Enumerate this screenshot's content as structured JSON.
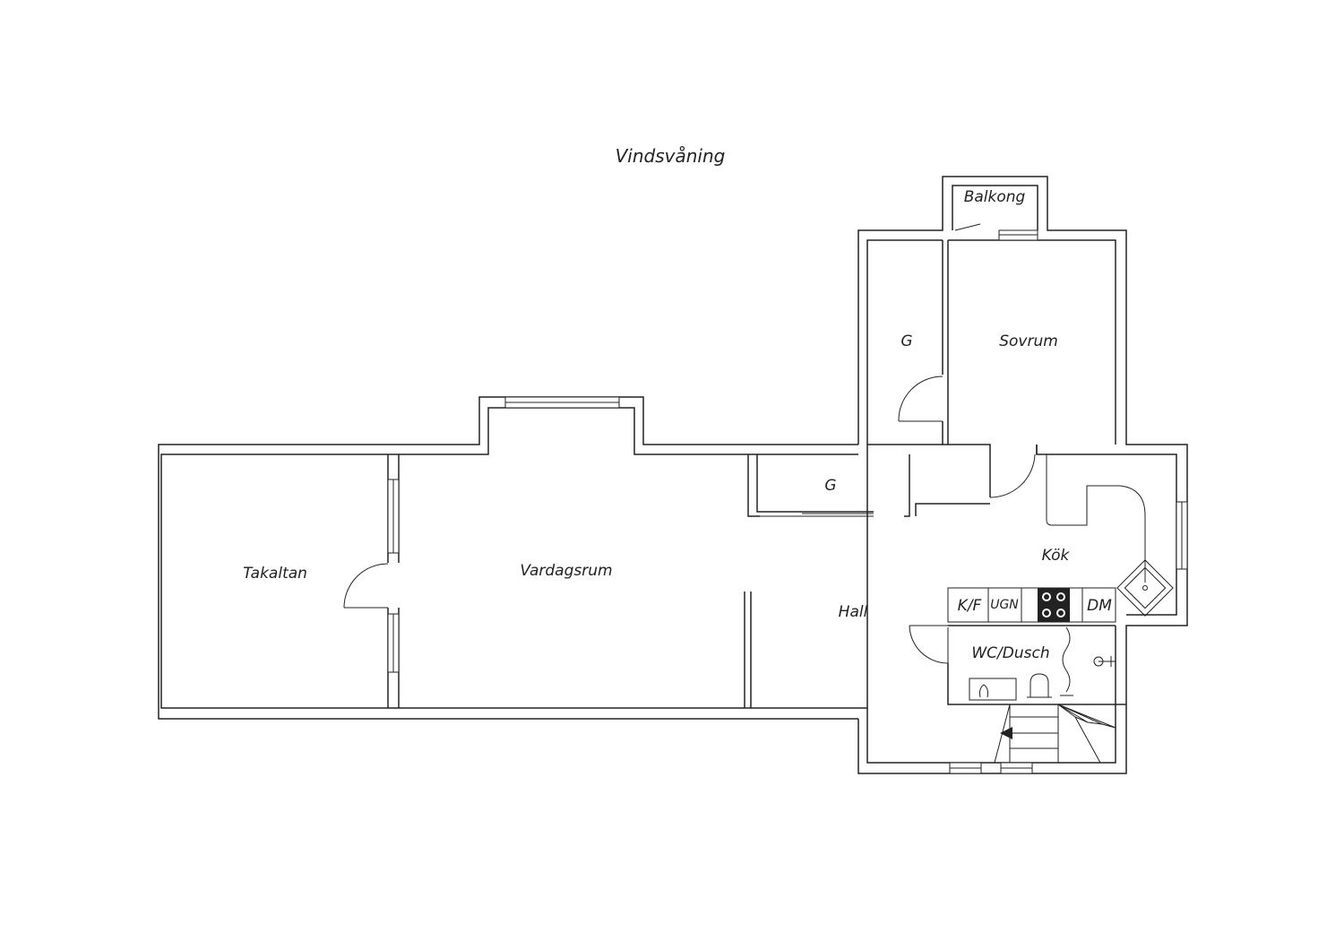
{
  "title": "Vindsvåning",
  "rooms": {
    "balkong": "Balkong",
    "garderob_top": "G",
    "sovrum": "Sovrum",
    "garderob_mid": "G",
    "takaltan": "Takaltan",
    "vardagsrum": "Vardagsrum",
    "hall": "Hall",
    "kok": "Kök",
    "wc": "WC/Dusch"
  },
  "appliances": {
    "kf": "K/F",
    "ugn": "UGN",
    "dm": "DM"
  }
}
